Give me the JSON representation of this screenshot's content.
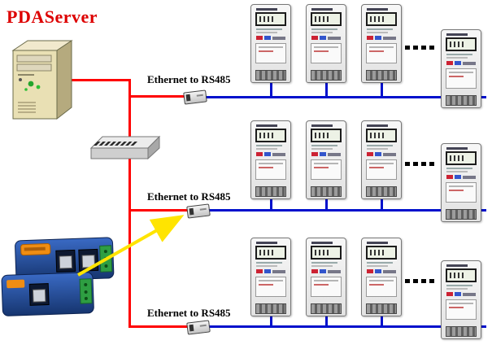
{
  "title": "PDAServer",
  "links": {
    "label1": "Ethernet to RS485",
    "label2": "Ethernet to RS485",
    "label3": "Ethernet to RS485"
  },
  "colors": {
    "title": "#dd0000",
    "ethernet_link": "#ff0000",
    "rs485_bus": "#0011cc",
    "highlight_arrow": "#ffe400"
  },
  "icons": {
    "server": "pda-server-tower",
    "switch": "ethernet-switch",
    "device_server": "serial-device-server",
    "converter": "ethernet-rs485-converter",
    "meter": "three-phase-energy-meter",
    "continuation": "more-meters-ellipsis"
  }
}
